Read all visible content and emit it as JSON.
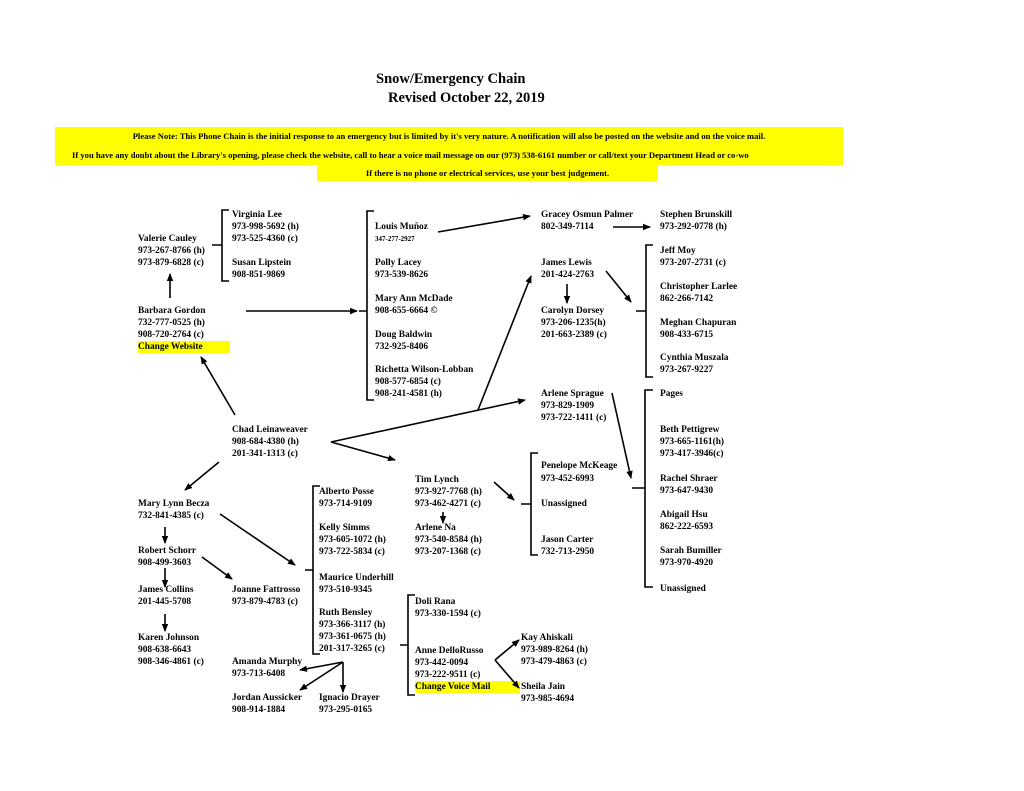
{
  "header": {
    "title": "Snow/Emergency Chain",
    "revised": "Revised October 22, 2019"
  },
  "notes": {
    "line1": "Please Note:  This Phone Chain is the initial response to an emergency but is limited by it's very nature.  A notification will also be posted on the website and on the voice mail.",
    "line2": "If you have any doubt about the Library's opening, please check the website, call to hear a voice mail message on our (973) 538-6161 number or call/text your Department Head or co-wo",
    "line3": "If there is no phone or electrical services, use your best judgement."
  },
  "highlight_color": "#ffff00",
  "contacts": {
    "virginia_lee": {
      "name": "Virginia Lee",
      "phones": [
        "973-998-5692 (h)",
        "973-525-4360 (c)"
      ]
    },
    "susan_lipstein": {
      "name": "Susan Lipstein",
      "phones": [
        "908-851-9869"
      ]
    },
    "valerie_cauley": {
      "name": "Valerie Cauley",
      "phones": [
        "973-267-8766 (h)",
        "973-879-6828 (c)"
      ]
    },
    "barbara_gordon": {
      "name": "Barbara Gordon",
      "phones": [
        "732-777-0525 (h)",
        "908-720-2764 (c)"
      ],
      "note": "Change Website"
    },
    "louis_munoz": {
      "name": "Louis Muñoz",
      "phones": [
        "347-277-2927"
      ]
    },
    "polly_lacey": {
      "name": "Polly Lacey",
      "phones": [
        "973-539-8626"
      ]
    },
    "mary_ann_mcdade": {
      "name": "Mary Ann McDade",
      "phones": [
        "908-655-6664 ©"
      ]
    },
    "doug_baldwin": {
      "name": "Doug Baldwin",
      "phones": [
        "732-925-8406"
      ]
    },
    "richetta_wilson_lobban": {
      "name": "Richetta Wilson-Lobban",
      "phones": [
        "908-577-6854 (c)",
        "908-241-4581 (h)"
      ]
    },
    "gracey_osmun_palmer": {
      "name": "Gracey Osmun Palmer",
      "phones": [
        "802-349-7114"
      ]
    },
    "stephen_brunskill": {
      "name": "Stephen Brunskill",
      "phones": [
        "973-292-0778 (h)"
      ]
    },
    "james_lewis": {
      "name": "James Lewis",
      "phones": [
        "201-424-2763"
      ]
    },
    "carolyn_dorsey": {
      "name": "Carolyn Dorsey",
      "phones": [
        "973-206-1235(h)",
        "201-663-2389 (c)"
      ]
    },
    "jeff_moy": {
      "name": "Jeff Moy",
      "phones": [
        "973-207-2731 (c)"
      ]
    },
    "christopher_larlee": {
      "name": "Christopher Larlee",
      "phones": [
        "862-266-7142"
      ]
    },
    "meghan_chapuran": {
      "name": "Meghan Chapuran",
      "phones": [
        "908-433-6715"
      ]
    },
    "cynthia_muszala": {
      "name": "Cynthia Muszala",
      "phones": [
        "973-267-9227"
      ]
    },
    "arlene_sprague": {
      "name": "Arlene Sprague",
      "phones": [
        "973-829-1909",
        "973-722-1411 (c)"
      ]
    },
    "pages": {
      "name": "Pages",
      "phones": []
    },
    "beth_pettigrew": {
      "name": "Beth Pettigrew",
      "phones": [
        "973-665-1161(h)",
        "973-417-3946(c)"
      ]
    },
    "rachel_shraer": {
      "name": "Rachel Shraer",
      "phones": [
        "973-647-9430"
      ]
    },
    "abigail_hsu": {
      "name": "Abigail Hsu",
      "phones": [
        "862-222-6593"
      ]
    },
    "sarah_bumiller": {
      "name": "Sarah Bumiller",
      "phones": [
        "973-970-4920"
      ]
    },
    "unassigned_pages": {
      "name": "Unassigned",
      "phones": []
    },
    "chad_leinaweaver": {
      "name": "Chad Leinaweaver",
      "phones": [
        "908-684-4380 (h)",
        "201-341-1313 (c)"
      ]
    },
    "penelope_mckeage": {
      "name": "Penelope McKeage",
      "phones": [
        "973-452-6993"
      ]
    },
    "unassigned_tim": {
      "name": "Unassigned",
      "phones": []
    },
    "jason_carter": {
      "name": "Jason Carter",
      "phones": [
        "732-713-2950"
      ]
    },
    "tim_lynch": {
      "name": "Tim Lynch",
      "phones": [
        "973-927-7768 (h)",
        "973-462-4271 (c)"
      ]
    },
    "arlene_na": {
      "name": "Arlene Na",
      "phones": [
        "973-540-8584 (h)",
        "973-207-1368 (c)"
      ]
    },
    "alberto_posse": {
      "name": "Alberto Posse",
      "phones": [
        "973-714-9109"
      ]
    },
    "kelly_simms": {
      "name": "Kelly Simms",
      "phones": [
        "973-605-1072 (h)",
        "973-722-5834 (c)"
      ]
    },
    "maurice_underhill": {
      "name": "Maurice Underhill",
      "phones": [
        "973-510-9345"
      ]
    },
    "ruth_bensley": {
      "name": "Ruth Bensley",
      "phones": [
        "973-366-3117 (h)",
        "973-361-0675 (h)",
        "201-317-3265 (c)"
      ]
    },
    "mary_lynn_becza": {
      "name": "Mary Lynn Becza",
      "phones": [
        "732-841-4385 (c)"
      ]
    },
    "robert_schorr": {
      "name": "Robert Schorr",
      "phones": [
        "908-499-3603"
      ]
    },
    "james_collins": {
      "name": "James Collins",
      "phones": [
        "201-445-5708"
      ]
    },
    "karen_johnson": {
      "name": "Karen Johnson",
      "phones": [
        "908-638-6643",
        "908-346-4861 (c)"
      ]
    },
    "joanne_fattrosso": {
      "name": "Joanne Fattrosso",
      "phones": [
        "973-879-4783 (c)"
      ]
    },
    "amanda_murphy": {
      "name": "Amanda Murphy",
      "phones": [
        "973-713-6408"
      ]
    },
    "jordan_aussicker": {
      "name": "Jordan Aussicker",
      "phones": [
        "908-914-1884"
      ]
    },
    "ignacio_drayer": {
      "name": "Ignacio Drayer",
      "phones": [
        "973-295-0165"
      ]
    },
    "doli_rana": {
      "name": "Doli Rana",
      "phones": [
        "973-330-1594 (c)"
      ]
    },
    "anne_dellorusso": {
      "name": "Anne DelloRusso",
      "phones": [
        "973-442-0094",
        "973-222-9511 (c)"
      ],
      "note": "Change Voice Mail"
    },
    "kay_ahiskali": {
      "name": "Kay Ahiskali",
      "phones": [
        "973-989-8264 (h)",
        "973-479-4863 (c)"
      ]
    },
    "sheila_jain": {
      "name": "Sheila Jain",
      "phones": [
        "973-985-4694"
      ]
    }
  }
}
